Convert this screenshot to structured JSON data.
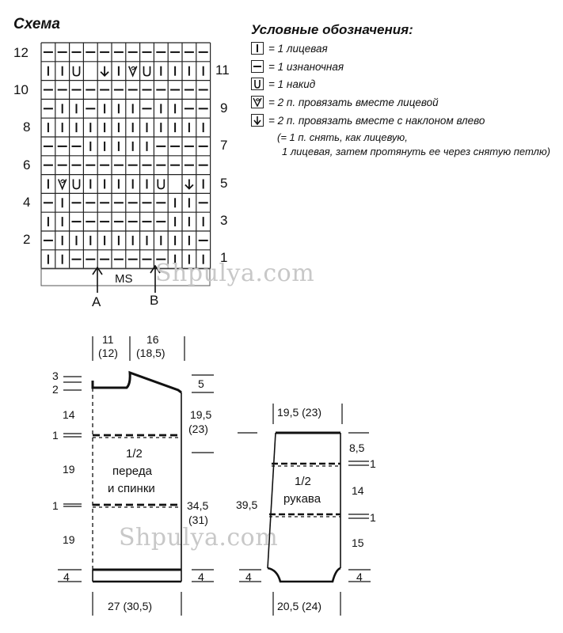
{
  "scheme": {
    "title": "Схема",
    "row_numbers_left": [
      "12",
      "10",
      "8",
      "6",
      "4",
      "2"
    ],
    "row_numbers_right": [
      "11",
      "9",
      "7",
      "5",
      "3",
      "1"
    ],
    "ms_label": "MS",
    "arrow_a": "A",
    "arrow_b": "B",
    "grid": [
      [
        "P",
        "P",
        "P",
        "P",
        "P",
        "P",
        "P",
        "P",
        "P",
        "P",
        "P",
        "P"
      ],
      [
        "K",
        "K",
        "Y",
        "L",
        "B",
        "K",
        "R",
        "Y",
        "K",
        "K",
        "K",
        "K"
      ],
      [
        "P",
        "P",
        "P",
        "P",
        "P",
        "P",
        "P",
        "P",
        "P",
        "P",
        "P",
        "P"
      ],
      [
        "P",
        "K",
        "K",
        "P",
        "K",
        "K",
        "K",
        "P",
        "K",
        "K",
        "P",
        "P"
      ],
      [
        "K",
        "K",
        "K",
        "K",
        "K",
        "K",
        "K",
        "K",
        "K",
        "K",
        "K",
        "K"
      ],
      [
        "P",
        "P",
        "P",
        "K",
        "K",
        "K",
        "K",
        "K",
        "P",
        "P",
        "P",
        "P"
      ],
      [
        "P",
        "P",
        "P",
        "P",
        "P",
        "P",
        "P",
        "P",
        "P",
        "P",
        "P",
        "P"
      ],
      [
        "K",
        "R",
        "Y",
        "K",
        "K",
        "K",
        "K",
        "K",
        "Y",
        "L",
        "B",
        "K"
      ],
      [
        "P",
        "K",
        "P",
        "P",
        "P",
        "P",
        "P",
        "P",
        "P",
        "K",
        "K",
        "P"
      ],
      [
        "K",
        "K",
        "P",
        "P",
        "P",
        "P",
        "P",
        "P",
        "P",
        "K",
        "K",
        "K"
      ],
      [
        "P",
        "K",
        "K",
        "K",
        "K",
        "K",
        "K",
        "K",
        "K",
        "K",
        "K",
        "P"
      ],
      [
        "K",
        "K",
        "P",
        "P",
        "P",
        "P",
        "P",
        "P",
        "P",
        "K",
        "K",
        "K"
      ]
    ]
  },
  "legend": {
    "title": "Условные обозначения:",
    "items": [
      {
        "symbol": "knit-icon",
        "text": "= 1 лицевая"
      },
      {
        "symbol": "purl-icon",
        "text": "= 1 изнаночная"
      },
      {
        "symbol": "yarn-over-icon",
        "text": "= 1 накид"
      },
      {
        "symbol": "k2tog-icon",
        "text": "= 2 п. провязать вместе лицевой"
      },
      {
        "symbol": "ssk-icon",
        "text": "= 2 п. провязать вместе с наклоном влево"
      }
    ],
    "note_line1": "(= 1 п. снять, как лицевую,",
    "note_line2": "1 лицевая, затем протянуть ее через снятую петлю)"
  },
  "body_pattern": {
    "top_left_a": "11",
    "top_left_b": "(12)",
    "top_right_a": "16",
    "top_right_b": "(18,5)",
    "left_3": "3",
    "left_2": "2",
    "left_14": "14",
    "left_1a": "1",
    "left_19a": "19",
    "left_1b": "1",
    "left_19b": "19",
    "left_4": "4",
    "center_a": "1/2",
    "center_b": "переда",
    "center_c": "и спинки",
    "right_5": "5",
    "right_195": "19,5",
    "right_23": "(23)",
    "right_345": "34,5",
    "right_31": "(31)",
    "right_4": "4",
    "bottom": "27 (30,5)"
  },
  "sleeve_pattern": {
    "top": "19,5 (23)",
    "left_395": "39,5",
    "right_85": "8,5",
    "right_1a": "1",
    "right_14": "14",
    "right_1b": "1",
    "right_15": "15",
    "right_4": "4",
    "left_4": "4",
    "center_a": "1/2",
    "center_b": "рукава",
    "bottom": "20,5 (24)"
  },
  "watermark_1": "Shpulya.com",
  "watermark_2": "Shpulya.com"
}
